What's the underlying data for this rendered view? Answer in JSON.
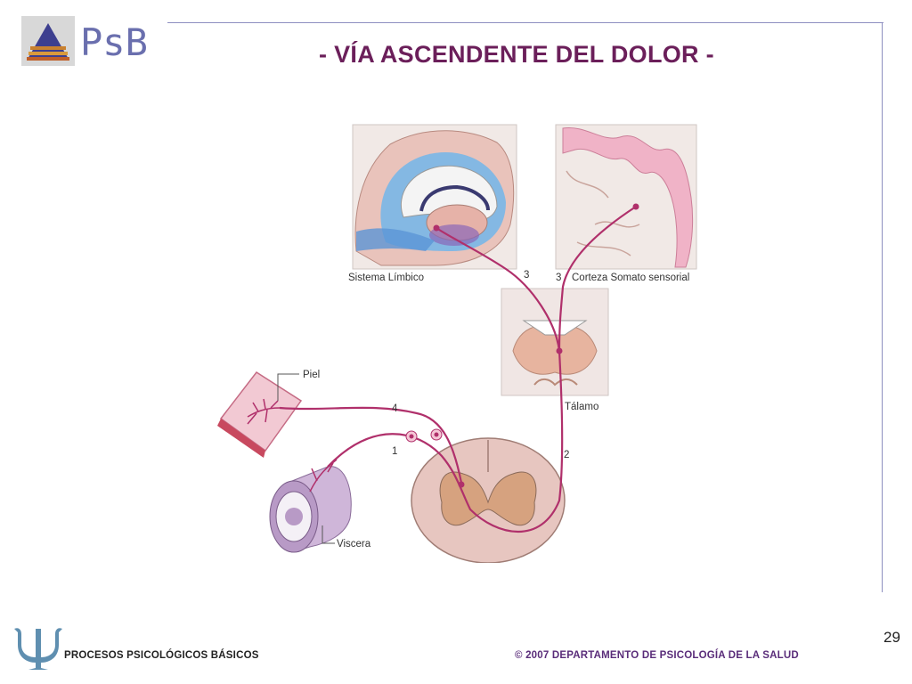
{
  "logo": {
    "text": "PsB",
    "color": "#6a6fae"
  },
  "slide": {
    "title": "- VÍA ASCENDENTE DEL DOLOR -",
    "page_number": "29"
  },
  "diagram": {
    "labels": {
      "limbic": "Sistema Límbico",
      "cortex": "Corteza Somato sensorial",
      "thalamus": "Tálamo",
      "skin": "Piel",
      "viscera": "Viscera",
      "n1": "1",
      "n2": "2",
      "n3a": "3",
      "n3b": "3",
      "n4": "4"
    },
    "pathway_color": "#b0306b"
  },
  "footer": {
    "left": "PROCESOS PSICOLÓGICOS BÁSICOS",
    "right": "© 2007 DEPARTAMENTO DE PSICOLOGÍA DE LA SALUD"
  }
}
